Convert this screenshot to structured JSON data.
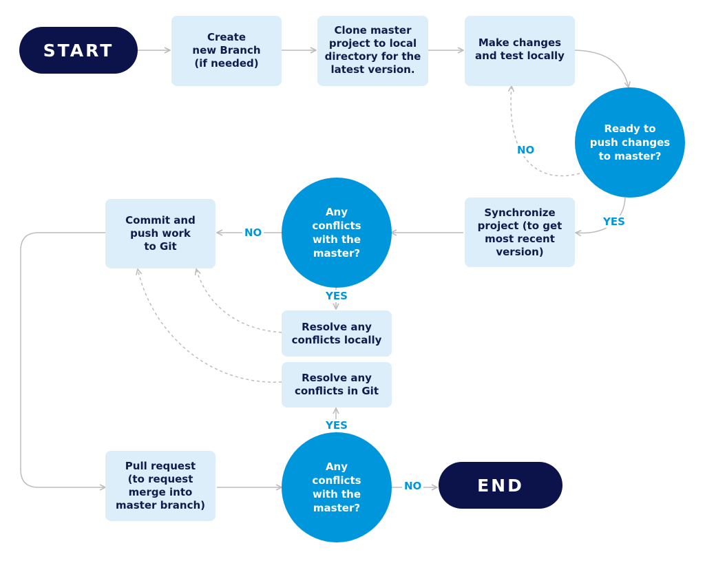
{
  "nodes": {
    "start": "START",
    "create_branch": [
      "Create",
      "new Branch",
      "(if needed)"
    ],
    "clone_master": [
      "Clone master",
      "project to local",
      "directory for the",
      "latest version."
    ],
    "make_changes": [
      "Make changes",
      "and test locally"
    ],
    "ready_to_push": [
      "Ready to",
      "push changes",
      "to master?"
    ],
    "synchronize": [
      "Synchronize",
      "project (to get",
      "most recent",
      "version)"
    ],
    "conflicts_1": [
      "Any",
      "conflicts",
      "with the",
      "master?"
    ],
    "commit_push": [
      "Commit and",
      "push work",
      "to Git"
    ],
    "resolve_local": [
      "Resolve any",
      "conflicts locally"
    ],
    "resolve_git": [
      "Resolve any",
      "conflicts in Git"
    ],
    "pull_request": [
      "Pull request",
      "(to request",
      "merge into",
      "master branch)"
    ],
    "conflicts_2": [
      "Any",
      "conflicts",
      "with the",
      "master?"
    ],
    "end": "END"
  },
  "edge_labels": {
    "ready_no": "NO",
    "ready_yes": "YES",
    "conflicts1_no": "NO",
    "conflicts1_yes": "YES",
    "conflicts2_yes": "YES",
    "conflicts2_no": "NO"
  },
  "colors": {
    "box_fill": "#dbeef9",
    "box_text": "#0f1b4c",
    "terminal_fill": "#0c134a",
    "decision_fill": "#0096dc",
    "label_text": "#0096dc",
    "connector": "#bcbcbc"
  }
}
